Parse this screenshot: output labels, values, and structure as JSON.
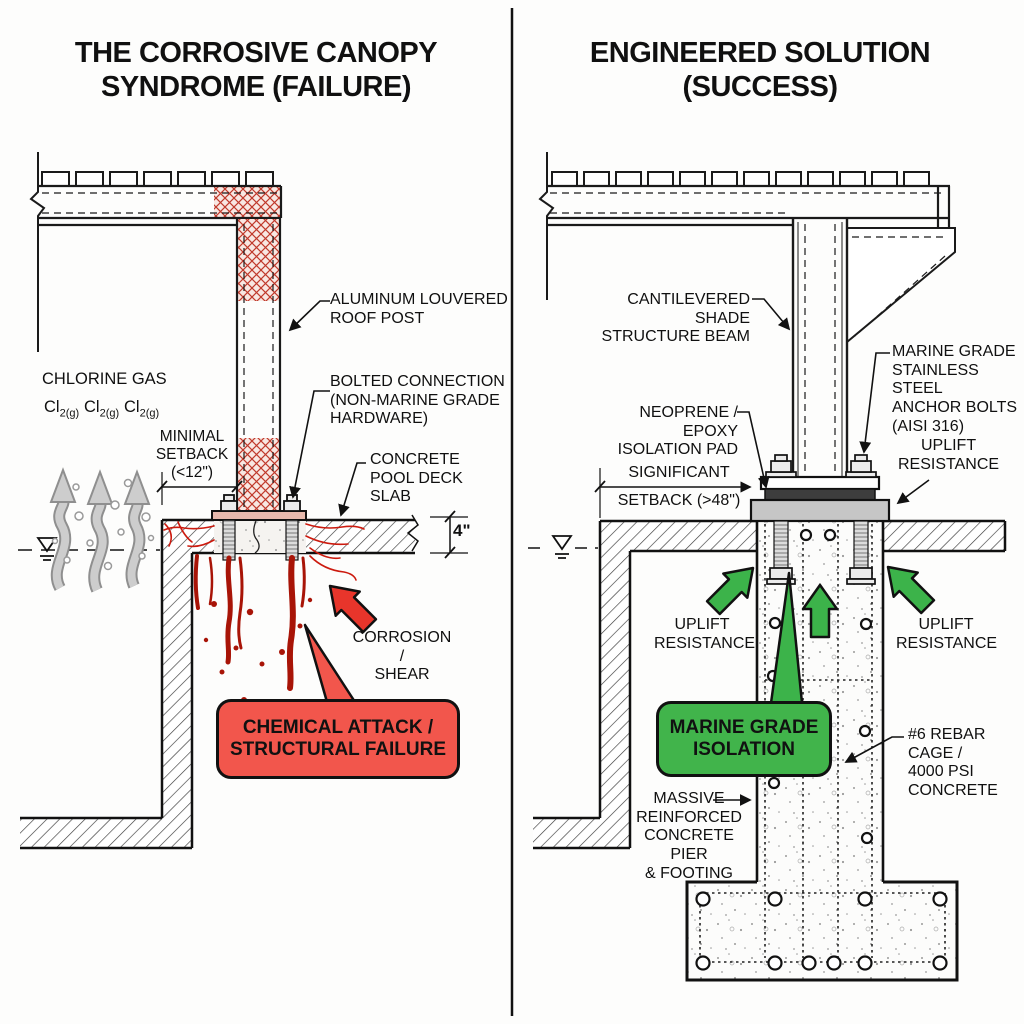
{
  "left": {
    "title": "THE CORROSIVE CANOPY\nSYNDROME (FAILURE)",
    "labels": {
      "chlorine_gas": "CHLORINE GAS",
      "cl2_base": "Cl",
      "cl2_sub": "2(g)",
      "minimal_setback": "MINIMAL\nSETBACK\n(<12\")",
      "aluminum_post": "ALUMINUM LOUVERED\nROOF POST",
      "bolted_connection": "BOLTED CONNECTION\n(NON-MARINE GRADE\nHARDWARE)",
      "concrete_slab": "CONCRETE\nPOOL DECK\nSLAB",
      "slab_thickness": "4\"",
      "corrosion_shear": "CORROSION /\nSHEAR",
      "failure_box": "CHEMICAL ATTACK /\nSTRUCTURAL FAILURE"
    }
  },
  "right": {
    "title": "ENGINEERED SOLUTION\n(SUCCESS)",
    "labels": {
      "cantilevered_beam": "CANTILEVERED SHADE\nSTRUCTURE BEAM",
      "anchor_bolts": "MARINE GRADE\nSTAINLESS STEEL\nANCHOR BOLTS\n(AISI 316)",
      "neoprene_pad": "NEOPRENE / EPOXY\nISOLATION PAD",
      "uplift_top": "UPLIFT\nRESISTANCE",
      "setback_line1": "SIGNIFICANT",
      "setback_line2": "SETBACK (>48\")",
      "uplift_left": "UPLIFT\nRESISTANCE",
      "uplift_right": "UPLIFT\nRESISTANCE",
      "isolation_box": "MARINE GRADE\nISOLATION",
      "rebar_cage": "#6 REBAR\nCAGE /\n4000 PSI\nCONCRETE",
      "massive_pier": "MASSIVE\nREINFORCED\nCONCRETE PIER\n& FOOTING"
    }
  },
  "colors": {
    "failure_red": "#e8352b",
    "failure_box_fill": "#f2564c",
    "success_green": "#3cb34a",
    "rust": "#a81407",
    "crack_red": "#cc1a0e",
    "corrosion_hatch": "#c0392b",
    "gas_gray": "#c9c9c9",
    "concrete_cap_gray": "#c6c6c6",
    "isolation_pad_dark": "#3d3d3d"
  }
}
